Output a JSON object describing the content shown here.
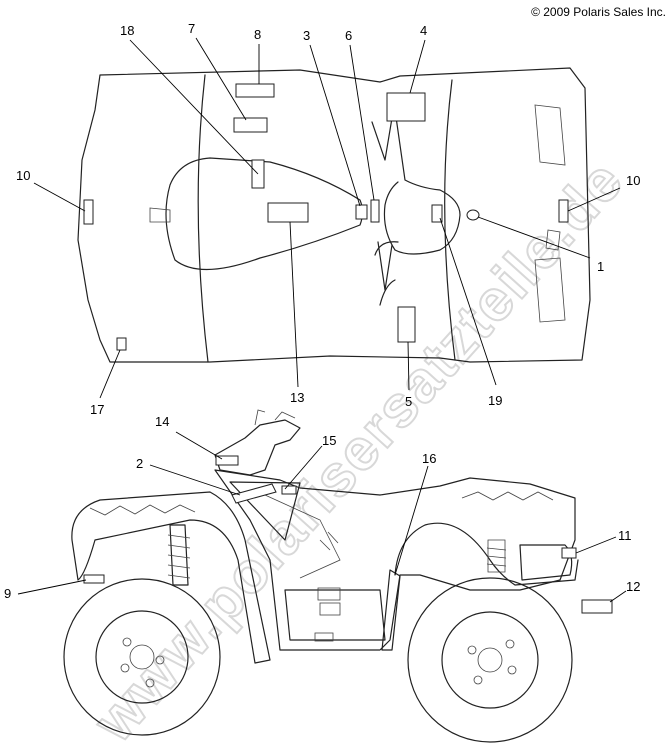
{
  "copyright": "© 2009 Polaris Sales Inc.",
  "watermark": "www.polarisersatzteile.de",
  "callouts": {
    "c1": "1",
    "c2": "2",
    "c3": "3",
    "c4": "4",
    "c5": "5",
    "c6": "6",
    "c7": "7",
    "c8": "8",
    "c9": "9",
    "c10a": "10",
    "c10b": "10",
    "c11": "11",
    "c12": "12",
    "c13": "13",
    "c14": "14",
    "c15": "15",
    "c16": "16",
    "c17": "17",
    "c18": "18",
    "c19": "19"
  }
}
